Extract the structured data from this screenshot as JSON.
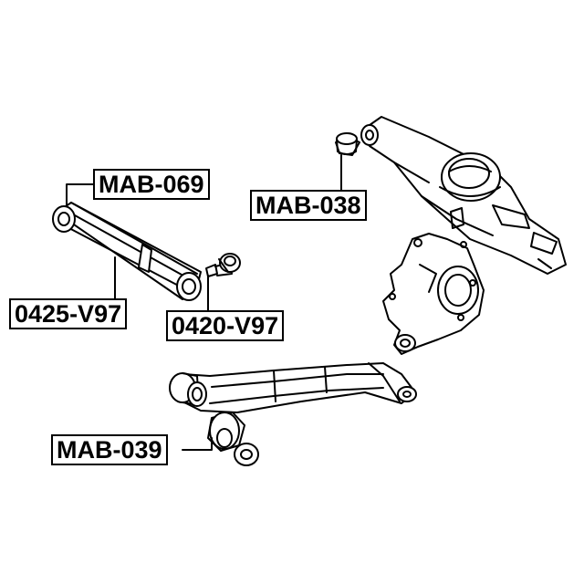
{
  "labels": {
    "mab_069": "MAB-069",
    "mab_038": "MAB-038",
    "p0425_v97": "0425-V97",
    "p0420_v97": "0420-V97",
    "mab_039": "MAB-039"
  },
  "colors": {
    "line": "#000000",
    "background": "#ffffff"
  }
}
